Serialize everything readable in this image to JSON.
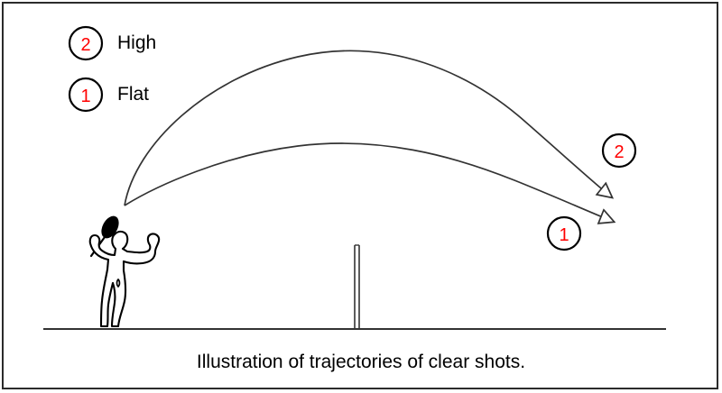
{
  "figure": {
    "caption": "Illustration of trajectories of clear shots.",
    "background_color": "#ffffff",
    "border_color": "#2b2b2b",
    "line_color": "#333333",
    "number_color": "#ff0000",
    "circle_stroke_color": "#000000"
  },
  "legend": {
    "items": [
      {
        "number": "2",
        "label": "High"
      },
      {
        "number": "1",
        "label": "Flat"
      }
    ]
  },
  "markers": [
    {
      "number": "2",
      "name": "high-trajectory-marker"
    },
    {
      "number": "1",
      "name": "flat-trajectory-marker"
    }
  ],
  "scene": {
    "player_alt": "badminton player silhouette swinging racket",
    "net_alt": "badminton net post",
    "ground_alt": "court ground line"
  },
  "chart_data": {
    "type": "line",
    "title": "Illustration of trajectories of clear shots.",
    "xlabel": "",
    "ylabel": "",
    "grid": false,
    "legend_position": "top-left",
    "annotations": [
      "2 = High",
      "1 = Flat"
    ],
    "series": [
      {
        "name": "High",
        "number": "2",
        "description": "Steeply rising, high-arcing clear that drops steeply behind the opponent",
        "origin": [
          138,
          228
        ],
        "apex": [
          400,
          57
        ],
        "end": [
          682,
          222
        ],
        "points": [
          [
            138,
            228
          ],
          [
            190,
            150
          ],
          [
            240,
            110
          ],
          [
            300,
            80
          ],
          [
            360,
            62
          ],
          [
            410,
            57
          ],
          [
            470,
            64
          ],
          [
            530,
            84
          ],
          [
            590,
            124
          ],
          [
            640,
            172
          ],
          [
            682,
            222
          ]
        ]
      },
      {
        "name": "Flat",
        "number": "1",
        "description": "Shallow, flatter attacking clear with a lower arc",
        "origin": [
          138,
          228
        ],
        "apex": [
          390,
          159
        ],
        "end": [
          684,
          248
        ],
        "points": [
          [
            138,
            228
          ],
          [
            190,
            208
          ],
          [
            240,
            191
          ],
          [
            300,
            175
          ],
          [
            350,
            164
          ],
          [
            400,
            159
          ],
          [
            460,
            163
          ],
          [
            520,
            179
          ],
          [
            580,
            204
          ],
          [
            640,
            229
          ],
          [
            684,
            248
          ]
        ]
      }
    ],
    "reference_lines": [
      {
        "name": "ground",
        "type": "horizontal",
        "y": 365,
        "x_from": 48,
        "x_to": 738
      },
      {
        "name": "net",
        "type": "vertical",
        "x": 395,
        "y_from": 272,
        "y_to": 365
      }
    ]
  }
}
